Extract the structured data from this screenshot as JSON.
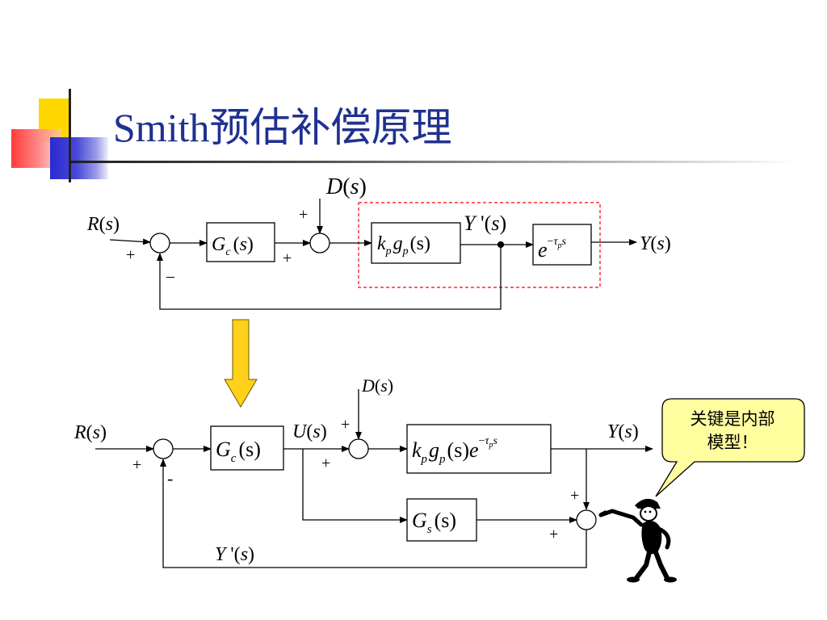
{
  "slide": {
    "title": "Smith预估补偿原理",
    "callout": {
      "line1": "关键是内部",
      "line2": "模型！"
    }
  },
  "colors": {
    "title": "#1f3190",
    "deco_yellow": "#ffd700",
    "deco_blue": "#3030c8",
    "deco_red": "#ff4040",
    "dashed_box": "#ff0000",
    "arrow_fill": "#ffd11a",
    "callout_fill": "#ffffa0"
  },
  "diagram_top": {
    "input_label": [
      "R",
      "(",
      "s",
      ")"
    ],
    "disturbance_label": [
      "D",
      "(",
      "s",
      ")"
    ],
    "intermediate_label": [
      "Y",
      " '(",
      "s",
      ")"
    ],
    "output_label": [
      "Y",
      "(",
      "s",
      ")"
    ],
    "controller": {
      "main": "G",
      "sub": "c",
      "arg_open": "(",
      "arg": "s",
      "arg_close": ")"
    },
    "plant": {
      "k": "k",
      "k_sub": "p",
      "g": "g",
      "g_sub": "p",
      "arg": "(s)"
    },
    "delay": {
      "base": "e",
      "exp_minus": "−",
      "exp_tau": "τ",
      "exp_sub": "p",
      "exp_s": "s"
    },
    "signs": {
      "sum1_input": "+",
      "sum1_feedback": "–",
      "sum2_top": "+",
      "sum2_left": "+"
    }
  },
  "diagram_bottom": {
    "input_label": [
      "R",
      "(",
      "s",
      ")"
    ],
    "control_label": [
      "U",
      "(",
      "s",
      ")"
    ],
    "disturbance_label": [
      "D",
      "(",
      "s",
      ")"
    ],
    "output_label": [
      "Y",
      "(",
      "s",
      ")"
    ],
    "feedback_label": [
      "Y",
      " '(",
      "s",
      ")"
    ],
    "controller": {
      "main": "G",
      "sub": "c",
      "arg": "(s)"
    },
    "plant": {
      "k": "k",
      "k_sub": "p",
      "g": "g",
      "g_sub": "p",
      "arg": "(s)",
      "e": "e",
      "exp_minus": "−",
      "exp_tau": "τ",
      "exp_sub": "p",
      "exp_s": "s"
    },
    "compensator": {
      "main": "G",
      "sub": "s",
      "arg": "(s)"
    },
    "signs": {
      "sum1_input": "+",
      "sum1_feedback": "-",
      "sum2_top": "+",
      "sum2_left": "+",
      "sum3_top": "+",
      "sum3_bottom": "+"
    }
  }
}
